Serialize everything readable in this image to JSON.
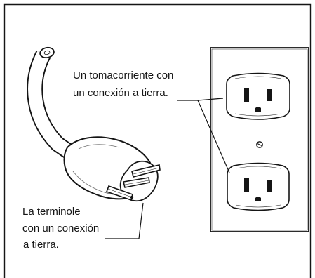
{
  "callouts": {
    "outlet": {
      "line1": "Un tomacorriente con",
      "line2": "un conexión a tierra."
    },
    "plug": {
      "line1": "La terminole",
      "line2": "con un conexión",
      "line3": "a tierra."
    }
  },
  "colors": {
    "ink": "#151515",
    "paper": "#ffffff",
    "shadow": "#6a6a6a"
  }
}
